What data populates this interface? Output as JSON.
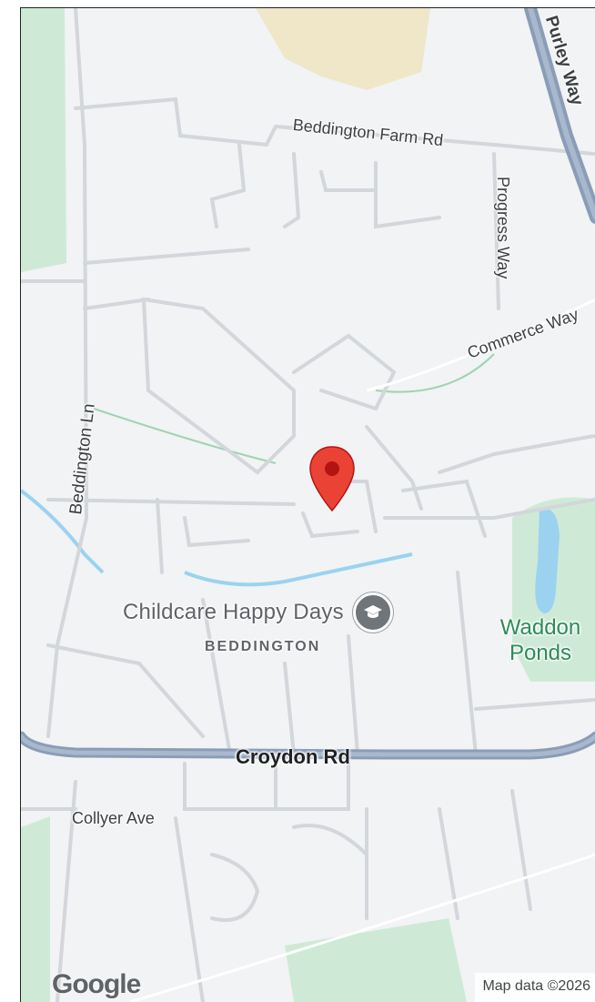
{
  "map": {
    "streets": {
      "beddington_farm_rd": "Beddington Farm Rd",
      "purley_way": "Purley Way",
      "progress_way": "Progress Way",
      "commerce_way": "Commerce Way",
      "beddington_ln": "Beddington Ln",
      "croydon_rd": "Croydon Rd",
      "collyer_ave": "Collyer Ave"
    },
    "poi": {
      "name": "Childcare Happy Days",
      "icon": "school-icon"
    },
    "area_label": "BEDDINGTON",
    "park_label": "Waddon Ponds",
    "marker": {
      "icon": "map-pin-icon",
      "color": "#ea4335"
    },
    "colors": {
      "background": "#f1f3f4",
      "park": "#ceead6",
      "water": "#9bd2f0",
      "sand": "#f0e6c8",
      "major_road": "#8a9db7",
      "minor_road": "#dadce0"
    }
  },
  "branding": {
    "logo": "Google",
    "attribution": "Map data ©2026"
  }
}
